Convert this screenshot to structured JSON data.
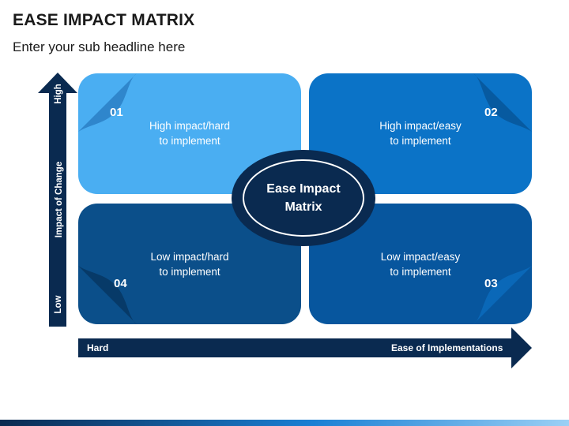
{
  "title": "EASE IMPACT MATRIX",
  "subtitle": "Enter your sub headline here",
  "center": {
    "label": "Ease Impact\nMatrix"
  },
  "quadrants": [
    {
      "number": "01",
      "text": "High impact/hard\nto implement",
      "color": "#4aaef2"
    },
    {
      "number": "02",
      "text": "High impact/easy\nto implement",
      "color": "#0b73c7"
    },
    {
      "number": "03",
      "text": "Low impact/easy\nto implement",
      "color": "#07569e"
    },
    {
      "number": "04",
      "text": "Low impact/hard\nto implement",
      "color": "#0b4f8a"
    }
  ],
  "y_axis": {
    "label": "Impact of Change",
    "high": "High",
    "low": "Low"
  },
  "x_axis": {
    "left": "Hard",
    "right": "Ease of Implementations"
  },
  "colors": {
    "axis": "#0a2a50",
    "accent_dark": "#0a2a50",
    "accent_light": "#1a7fd4"
  }
}
